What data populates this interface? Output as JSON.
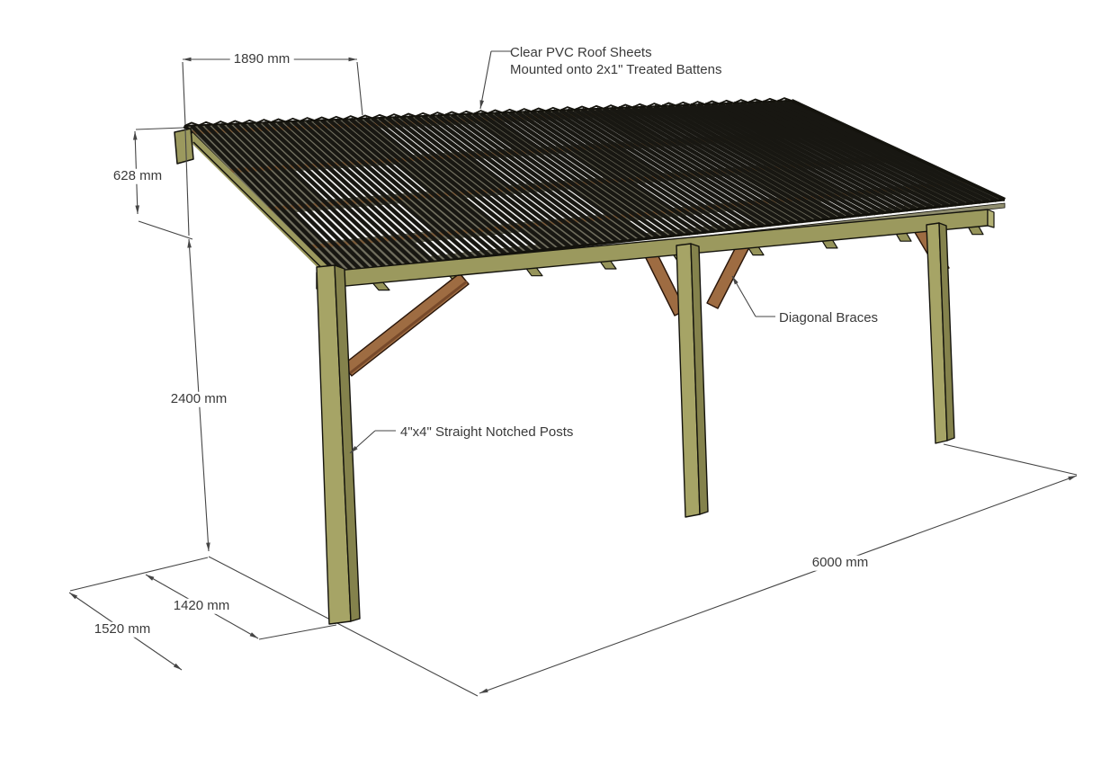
{
  "annotations": {
    "roof_sheets": {
      "line1": "Clear PVC Roof Sheets",
      "line2": "Mounted onto 2x1\" Treated Battens"
    },
    "diagonal_braces": {
      "label": "Diagonal Braces"
    },
    "posts": {
      "label": "4\"x4\" Straight Notched Posts"
    }
  },
  "dimensions": {
    "top": "1890 mm",
    "upper_left": "628 mm",
    "left": "2400 mm",
    "bottom_inner": "1420 mm",
    "bottom_outer": "1520 mm",
    "bottom_right": "6000 mm"
  },
  "colors": {
    "background": "#ffffff",
    "wood": "#a6a466",
    "wood_shade": "#84824c",
    "wood_beam": "#9b995e",
    "wood_beam_end": "#b3b175",
    "wood_tail": "#96945a",
    "brace": "#9e6c42",
    "brace_shade": "#77492a",
    "batten": "#7a5a38",
    "roof_base": "#706e5e",
    "roof_stripe": "#181712",
    "roof_edge": "#14130d",
    "roof_underside": "#8f8d6e",
    "panel_light": "#ffffff",
    "line": "#454545",
    "text": "#3a3a3a"
  }
}
